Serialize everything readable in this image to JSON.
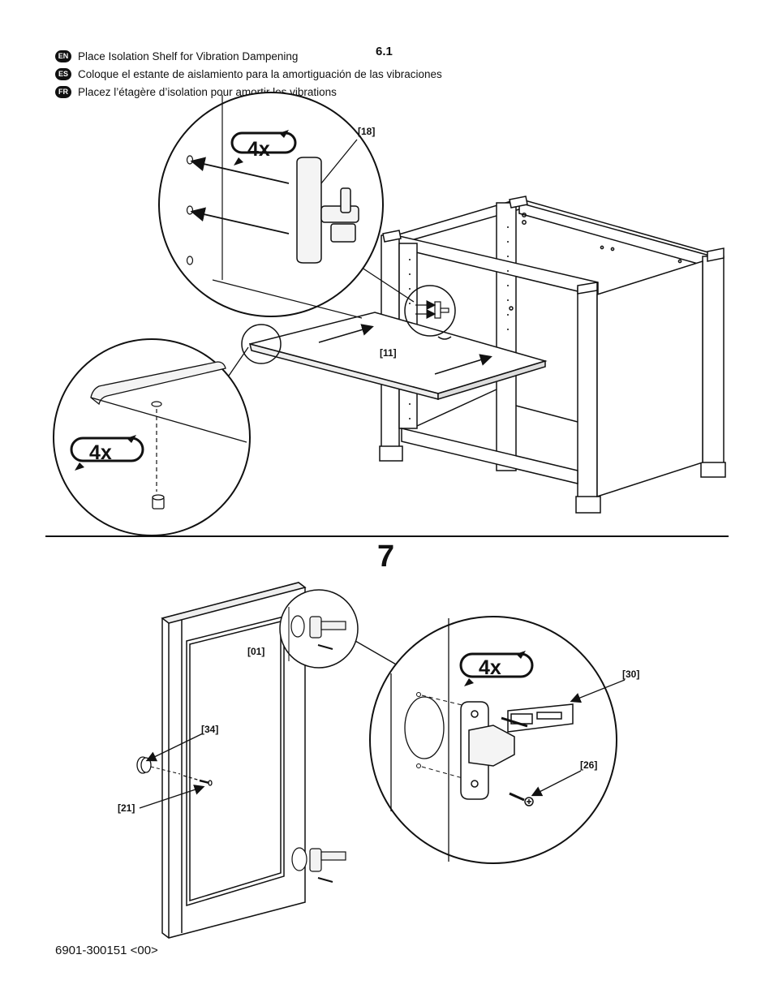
{
  "step_6_1": {
    "number": "6.1",
    "instructions": [
      {
        "lang": "EN",
        "text": "Place Isolation Shelf for Vibration Dampening"
      },
      {
        "lang": "ES",
        "text": "Coloque el estante de aislamiento para la amortiguación de las vibraciones"
      },
      {
        "lang": "FR",
        "text": "Placez l’étagère d’isolation pour amortir les vibrations"
      }
    ],
    "qty_bracket": "4x",
    "qty_bumper": "4x",
    "part_bracket": "[18]",
    "part_shelf": "[11]"
  },
  "step_7": {
    "number": "7",
    "qty_hinge": "4x",
    "part_door": "[01]",
    "part_knob": "[34]",
    "part_screw_knob": "[21]",
    "part_hinge": "[30]",
    "part_hinge_screw": "[26]"
  },
  "footer": {
    "doc_code": "6901-300151 <00>"
  }
}
